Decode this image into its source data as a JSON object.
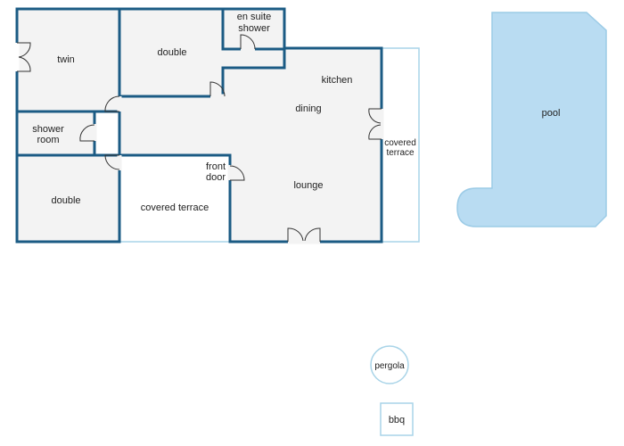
{
  "labels": {
    "twin": "twin",
    "double_top": "double",
    "en_suite_1": "en suite",
    "en_suite_2": "shower",
    "kitchen": "kitchen",
    "dining": "dining",
    "shower_room_1": "shower",
    "shower_room_2": "room",
    "double_bottom": "double",
    "covered_terrace_front": "covered terrace",
    "front_door_1": "front",
    "front_door_2": "door",
    "lounge": "lounge",
    "covered_terrace_side_1": "covered",
    "covered_terrace_side_2": "terrace",
    "pool": "pool",
    "pergola": "pergola",
    "bbq": "bbq"
  },
  "colors": {
    "wall": "#1b5b84",
    "floor": "#f3f3f3",
    "outdoor_outline": "#a9d4e8",
    "pool_fill": "#b9dcf2"
  }
}
